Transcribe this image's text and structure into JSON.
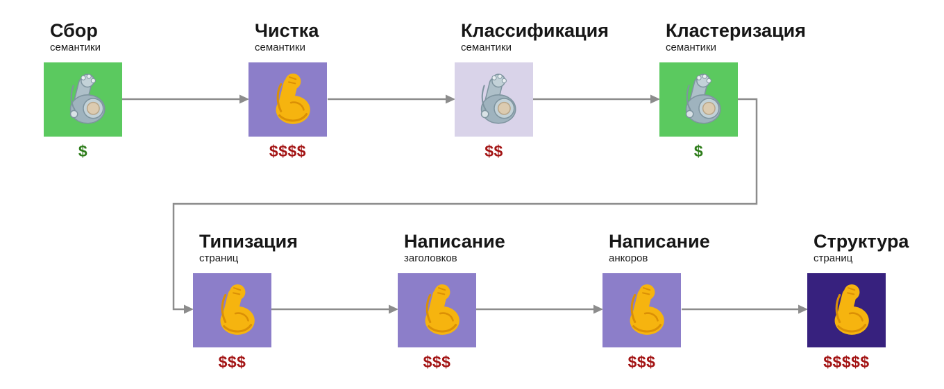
{
  "diagram": {
    "background_color": "#ffffff",
    "arrow_color": "#8c8c8c",
    "title_color": "#161616",
    "subtitle_color": "#1c1c1c"
  },
  "colors": {
    "green_tile": "#5bc95f",
    "purple_tile": "#8c7ec9",
    "lavender_tile": "#d9d3e9",
    "navy_tile": "#37217e",
    "cost_green": "#2e7d1b",
    "cost_red": "#a31414"
  },
  "steps": [
    {
      "title": "Сбор",
      "subtitle": "семантики",
      "icon": "mechanical-arm",
      "tile_color": "#5bc95f",
      "cost": "$",
      "cost_color": "#2e7d1b"
    },
    {
      "title": "Чистка",
      "subtitle": "семантики",
      "icon": "flexed-biceps",
      "tile_color": "#8c7ec9",
      "cost": "$$$$",
      "cost_color": "#a31414"
    },
    {
      "title": "Классификация",
      "subtitle": "семантики",
      "icon": "mechanical-arm",
      "tile_color": "#d9d3e9",
      "cost": "$$",
      "cost_color": "#a31414"
    },
    {
      "title": "Кластеризация",
      "subtitle": "семантики",
      "icon": "mechanical-arm",
      "tile_color": "#5bc95f",
      "cost": "$",
      "cost_color": "#2e7d1b"
    },
    {
      "title": "Типизация",
      "subtitle": "страниц",
      "icon": "flexed-biceps",
      "tile_color": "#8c7ec9",
      "cost": "$$$",
      "cost_color": "#a31414"
    },
    {
      "title": "Написание",
      "subtitle": "заголовков",
      "icon": "flexed-biceps",
      "tile_color": "#8c7ec9",
      "cost": "$$$",
      "cost_color": "#a31414"
    },
    {
      "title": "Написание",
      "subtitle": "анкоров",
      "icon": "flexed-biceps",
      "tile_color": "#8c7ec9",
      "cost": "$$$",
      "cost_color": "#a31414"
    },
    {
      "title": "Структура",
      "subtitle": "страниц",
      "icon": "flexed-biceps",
      "tile_color": "#37217e",
      "cost": "$$$$$",
      "cost_color": "#a31414"
    }
  ]
}
